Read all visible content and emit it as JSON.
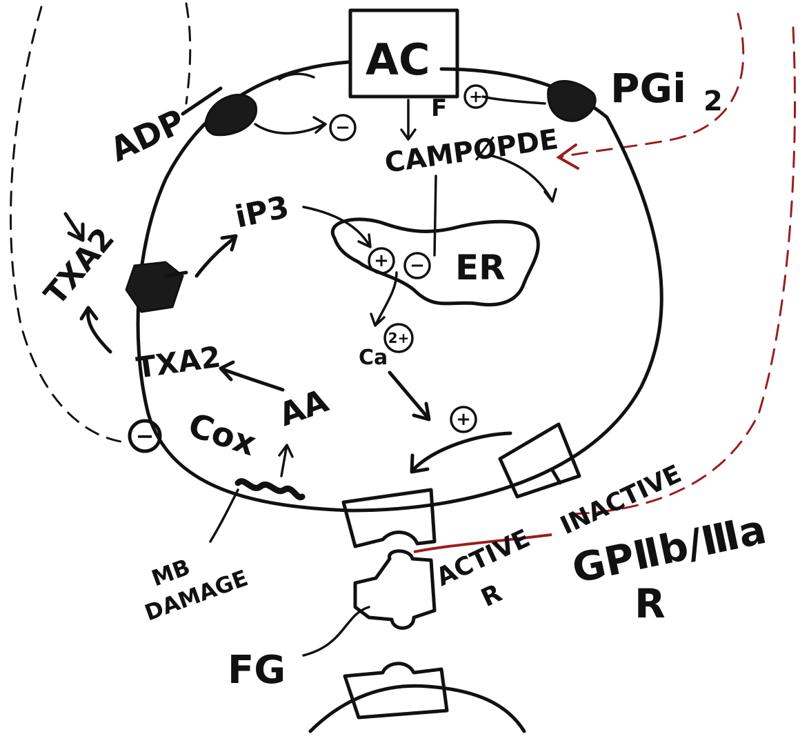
{
  "labels": {
    "ac": "AC",
    "pgi": "PGi",
    "pgi_sub": "2",
    "adp": "ADP",
    "f": "F",
    "camp_pde": "CAMPØPDE",
    "ip3": "iP3",
    "txa2_outer": "TXA2",
    "txa2_inner": "TXA2",
    "er": "ER",
    "ca": "Ca",
    "ca_charge": "2+",
    "cox": "Cox",
    "aa": "AA",
    "mb_damage_1": "MB",
    "mb_damage_2": "DAMAGE",
    "inactive": "INACTIVE",
    "active_1": "ACTIVE",
    "active_2": "R",
    "receptor_1": "GPⅡb/Ⅲa",
    "receptor_2": "R",
    "fg": "FG"
  },
  "signs": {
    "adp_effect": "−",
    "pgi_effect": "+",
    "ip3_on_er": "+",
    "camp_on_er": "−",
    "ca_to_receptor": "+",
    "cox_inhibit": "−"
  },
  "colors": {
    "ink": "#111111",
    "red_dash": "#9b1c1c",
    "background": "#ffffff"
  }
}
